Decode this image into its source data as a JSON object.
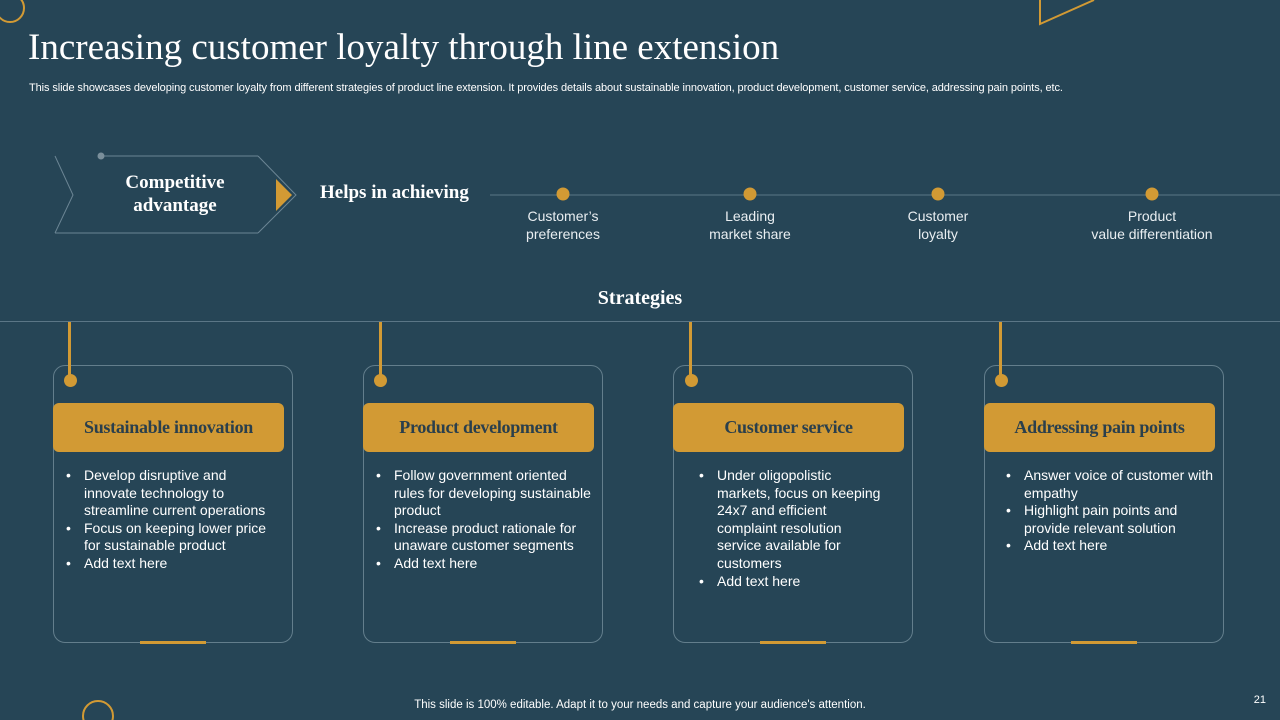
{
  "title": "Increasing customer loyalty through line extension",
  "subtitle": "This slide showcases developing customer loyalty from different strategies of product line extension. It provides details about sustainable innovation, product development, customer service, addressing pain points, etc.",
  "advantage": {
    "label": "Competitive advantage",
    "helps_label": "Helps in achieving"
  },
  "outcomes": [
    {
      "line1": "Customer’s",
      "line2": "preferences"
    },
    {
      "line1": "Leading",
      "line2": "market share"
    },
    {
      "line1": "Customer",
      "line2": "loyalty"
    },
    {
      "line1": "Product",
      "line2": "value differentiation"
    }
  ],
  "strategies_label": "Strategies",
  "strategies": [
    {
      "title": "Sustainable innovation",
      "bullets": [
        "Develop disruptive and innovate technology to streamline current operations",
        "Focus on keeping lower price for sustainable product",
        "Add text here"
      ]
    },
    {
      "title": "Product development",
      "bullets": [
        "Follow government oriented rules for developing sustainable product",
        "Increase product rationale for unaware customer segments",
        "Add text here"
      ]
    },
    {
      "title": "Customer service",
      "bullets": [
        "Under oligopolistic markets, focus on keeping 24x7 and efficient complaint resolution service available for customers",
        "Add text here"
      ]
    },
    {
      "title": "Addressing pain points",
      "bullets": [
        "Answer voice of customer with empathy",
        "Highlight pain points and provide relevant solution",
        "Add text here"
      ]
    }
  ],
  "footer_note": "This slide is 100% editable. Adapt it to your needs and capture your audience's attention.",
  "page_number": "21",
  "colors": {
    "background": "#264556",
    "accent": "#d29a34",
    "card_border": "#637e8c",
    "text": "#ffffff"
  }
}
